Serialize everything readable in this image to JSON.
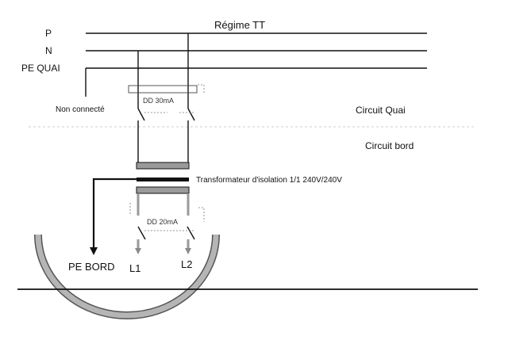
{
  "title": "Régime TT",
  "supply": {
    "phase_label": "P",
    "neutral_label": "N",
    "earth_label": "PE QUAI"
  },
  "breaker_quai": {
    "label": "DD 30mA",
    "not_connected_label": "Non connecté"
  },
  "circuit_quai_label": "Circuit Quai",
  "circuit_bord_label": "Circuit bord",
  "transformer_label": "Transformateur d'isolation 1/1 240V/240V",
  "breaker_bord": {
    "label": "DD 20mA"
  },
  "outputs": {
    "pe_bord_label": "PE BORD",
    "l1_label": "L1",
    "l2_label": "L2"
  }
}
